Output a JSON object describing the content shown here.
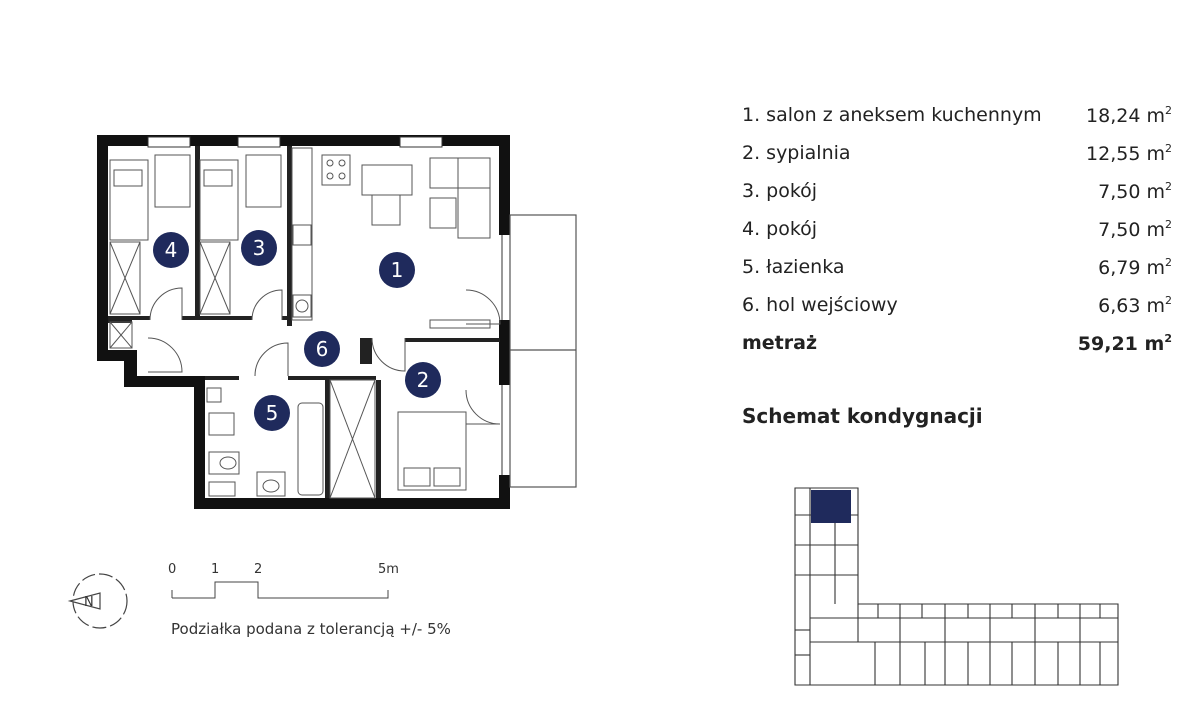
{
  "rooms": [
    {
      "label": "1. salon z aneksem kuchennym",
      "area": "18,24",
      "unit": "m",
      "sup": "2"
    },
    {
      "label": "2. sypialnia",
      "area": "12,55",
      "unit": "m",
      "sup": "2"
    },
    {
      "label": "3. pokój",
      "area": "7,50",
      "unit": "m",
      "sup": "2"
    },
    {
      "label": "4. pokój",
      "area": "7,50",
      "unit": "m",
      "sup": "2"
    },
    {
      "label": "5. łazienka",
      "area": "6,79",
      "unit": "m",
      "sup": "2"
    },
    {
      "label": "6. hol wejściowy",
      "area": "6,63",
      "unit": "m",
      "sup": "2"
    }
  ],
  "total": {
    "label": "metraż",
    "area": "59,21",
    "unit": "m",
    "sup": "2"
  },
  "room_markers": [
    "1",
    "2",
    "3",
    "4",
    "5",
    "6"
  ],
  "schema_title": "Schemat kondygnacji",
  "scale": {
    "ticks": [
      "0",
      "1",
      "2",
      "5m"
    ],
    "note": "Podziałka podana z tolerancją +/- 5%"
  },
  "compass_letter": "N",
  "colors": {
    "accent": "#1f2a5c",
    "wall": "#111111"
  }
}
